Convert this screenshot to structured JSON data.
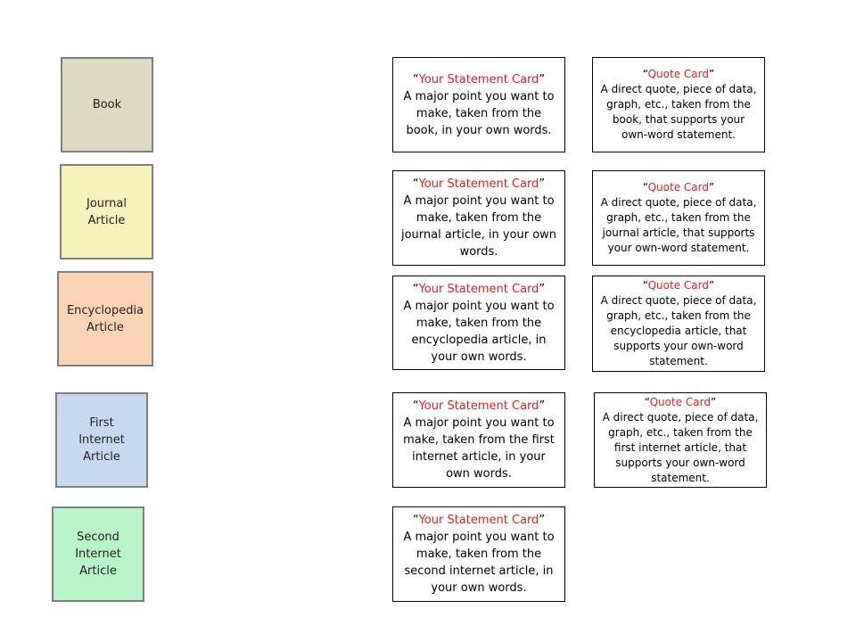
{
  "colors": {
    "book": "#ddd9c3",
    "journal": "#f6f2b9",
    "encyclopedia": "#fbd4b4",
    "internet1": "#c6d9f1",
    "internet2": "#b7f5c8",
    "title_red": "#e02020"
  },
  "sources": [
    {
      "label": "Book"
    },
    {
      "label": "Journal\nArticle"
    },
    {
      "label": "Encyclopedia\nArticle"
    },
    {
      "label": "First\nInternet\nArticle"
    },
    {
      "label": "Second\nInternet\nArticle"
    }
  ],
  "quote_open": "“",
  "quote_close": "”",
  "statement_title": "Your Statement Card",
  "quote_title": "Quote Card",
  "statements": [
    {
      "body": "A major point you want to make, taken from the book, in your own words."
    },
    {
      "body": "A major point you want to make, taken from the journal article, in your own words."
    },
    {
      "body": "A major point you want to make, taken from the encyclopedia article, in your own words."
    },
    {
      "body": "A major point you want to make, taken from the first internet article, in your own words."
    },
    {
      "body": "A major point you want to make, taken from the second internet article, in your own words."
    }
  ],
  "quotes": [
    {
      "body": "A direct quote, piece of data, graph, etc., taken from the book, that supports your own-word statement."
    },
    {
      "body": "A direct quote, piece of data, graph, etc., taken from the journal article, that supports your own-word statement."
    },
    {
      "body": "A direct quote, piece of data, graph, etc., taken from the encyclopedia article, that supports your own-word statement."
    },
    {
      "body": "A direct quote, piece of data, graph, etc., taken from the first internet article, that supports your own-word statement."
    }
  ]
}
